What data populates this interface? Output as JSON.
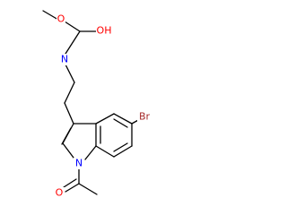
{
  "molecule": {
    "atoms": {
      "o_methoxy": "O",
      "o_hydroxyl": "OH",
      "n_carbamate": "N",
      "br": "Br",
      "n_indole": "N",
      "o_acetyl": "O"
    },
    "colors": {
      "carbon_bond": "#000000",
      "oxygen": "#ff0000",
      "nitrogen": "#0000ff",
      "bromine": "#a52a2a"
    }
  }
}
